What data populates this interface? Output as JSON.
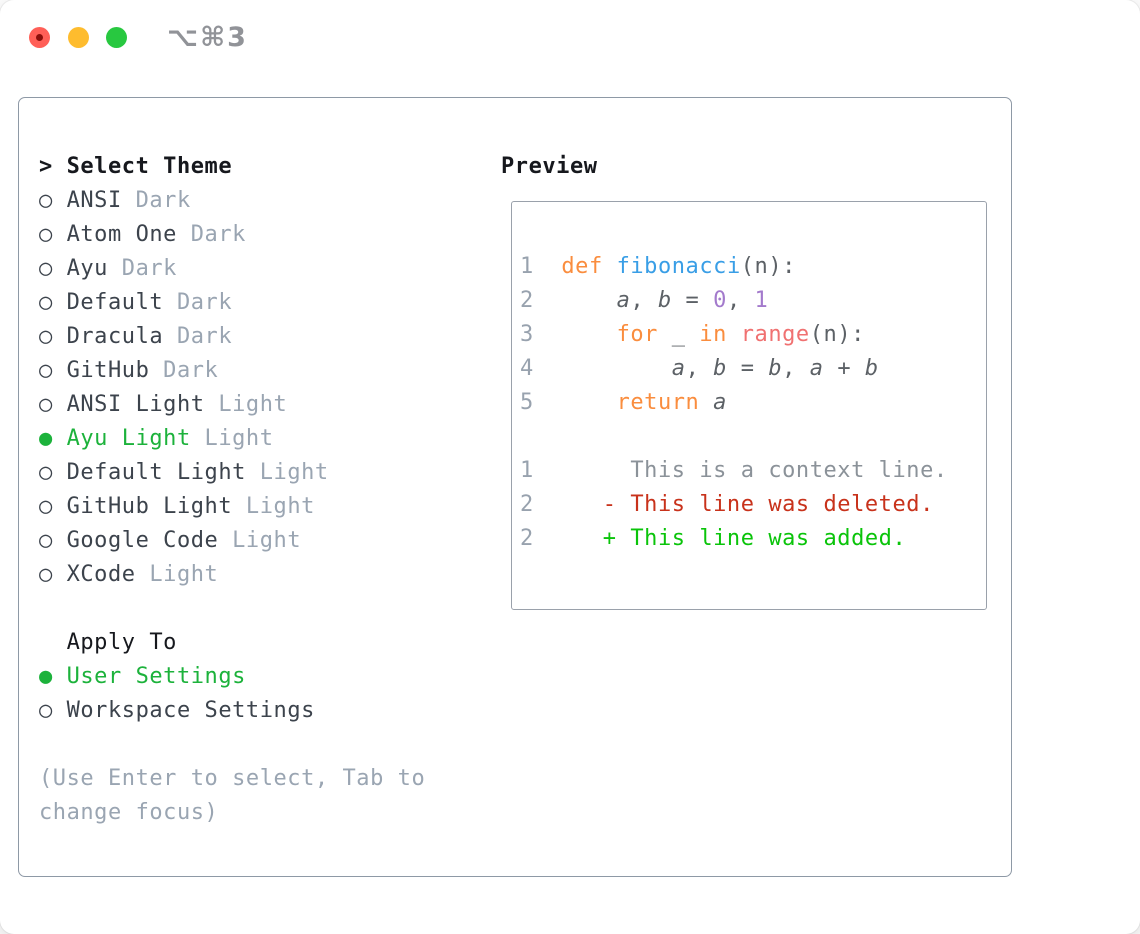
{
  "window": {
    "title": "⌥⌘3"
  },
  "glyphs": {
    "header_prefix": ">",
    "selected": "●",
    "unselected": "○"
  },
  "theme_picker": {
    "header": "Select Theme",
    "items": [
      {
        "name": "ANSI",
        "variant": "Dark",
        "selected": false
      },
      {
        "name": "Atom One",
        "variant": "Dark",
        "selected": false
      },
      {
        "name": "Ayu",
        "variant": "Dark",
        "selected": false
      },
      {
        "name": "Default",
        "variant": "Dark",
        "selected": false
      },
      {
        "name": "Dracula",
        "variant": "Dark",
        "selected": false
      },
      {
        "name": "GitHub",
        "variant": "Dark",
        "selected": false
      },
      {
        "name": "ANSI Light",
        "variant": "Light",
        "selected": false
      },
      {
        "name": "Ayu Light",
        "variant": "Light",
        "selected": true
      },
      {
        "name": "Default Light",
        "variant": "Light",
        "selected": false
      },
      {
        "name": "GitHub Light",
        "variant": "Light",
        "selected": false
      },
      {
        "name": "Google Code",
        "variant": "Light",
        "selected": false
      },
      {
        "name": "XCode",
        "variant": "Light",
        "selected": false
      }
    ],
    "apply_to": {
      "header": "Apply To",
      "options": [
        {
          "name": "User Settings",
          "selected": true
        },
        {
          "name": "Workspace Settings",
          "selected": false
        }
      ]
    },
    "help_lines": [
      "(Use Enter to select, Tab to",
      "change focus)"
    ]
  },
  "preview": {
    "header": "Preview",
    "lines": [
      {
        "num": "1",
        "tokens": [
          {
            "t": "def",
            "c": "orange"
          },
          {
            "t": " "
          },
          {
            "t": "fibonacci",
            "c": "blue"
          },
          {
            "t": "(n):"
          }
        ]
      },
      {
        "num": "2",
        "tokens": [
          {
            "t": "    "
          },
          {
            "t": "a",
            "i": true
          },
          {
            "t": ", "
          },
          {
            "t": "b",
            "i": true
          },
          {
            "t": " = "
          },
          {
            "t": "0",
            "c": "purple"
          },
          {
            "t": ", "
          },
          {
            "t": "1",
            "c": "purple"
          }
        ]
      },
      {
        "num": "3",
        "tokens": [
          {
            "t": "    "
          },
          {
            "t": "for",
            "c": "orange"
          },
          {
            "t": " _ "
          },
          {
            "t": "in",
            "c": "orange"
          },
          {
            "t": " "
          },
          {
            "t": "range",
            "c": "coral"
          },
          {
            "t": "(n):"
          }
        ]
      },
      {
        "num": "4",
        "tokens": [
          {
            "t": "        "
          },
          {
            "t": "a",
            "i": true
          },
          {
            "t": ", "
          },
          {
            "t": "b",
            "i": true
          },
          {
            "t": " = "
          },
          {
            "t": "b",
            "i": true
          },
          {
            "t": ", "
          },
          {
            "t": "a",
            "i": true
          },
          {
            "t": " + "
          },
          {
            "t": "b",
            "i": true
          }
        ]
      },
      {
        "num": "5",
        "tokens": [
          {
            "t": "    "
          },
          {
            "t": "return",
            "c": "orange"
          },
          {
            "t": " "
          },
          {
            "t": "a",
            "i": true
          }
        ]
      },
      {
        "blank": true
      },
      {
        "num": "1",
        "tokens": [
          {
            "t": "     This is a context line.",
            "c": "context"
          }
        ]
      },
      {
        "num": "2",
        "tokens": [
          {
            "t": "   - This line was deleted.",
            "c": "red"
          }
        ]
      },
      {
        "num": "2",
        "tokens": [
          {
            "t": "   + This line was added.",
            "c": "green"
          }
        ]
      }
    ]
  },
  "palette": {
    "header_text": "#16181d",
    "item_text": "#3c434c",
    "muted": "#9aa5b2",
    "selected_green": "#1cb23b",
    "panel_border": "#8e99a6",
    "box_border": "#9aa1ab",
    "title_text": "#919398",
    "traffic_red": "#ff5f57",
    "traffic_red_dot": "#8a0f0b",
    "traffic_yellow": "#febc2e",
    "traffic_green": "#28c840",
    "code_fg": "#5c6166",
    "gutter": "#98a2ae",
    "context_gray": "#8b9299",
    "orange": "#fa8d3e",
    "blue": "#399ee6",
    "coral": "#f07171",
    "purple": "#a37acc",
    "diff_red": "#c8321b",
    "diff_green": "#0ac40a"
  }
}
